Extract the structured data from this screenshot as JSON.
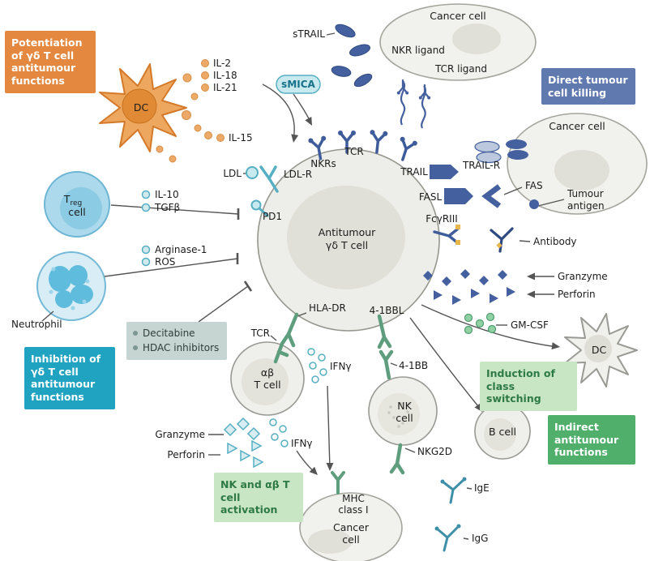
{
  "colors": {
    "orange_accent": "#E4883F",
    "blue_accent": "#44609E",
    "blue_box": "#6079AE",
    "teal_accent": "#1FA3C0",
    "green_box": "#4FAF6B",
    "light_green_box": "#C9E6C4",
    "gray_box": "#C6D5D2"
  },
  "boxes": {
    "potentiation": "Potentiation of γδ T cell antitumour functions",
    "direct_killing": "Direct tumour cell killing",
    "inhibition": "Inhibition of γδ T cell antitumour functions",
    "epigenetic_item1": "Decitabine",
    "epigenetic_item2": "HDAC inhibitors",
    "class_switching": "Induction of class switching",
    "indirect": "Indirect antitumour functions",
    "nk_activation": "NK and αβ T cell activation"
  },
  "cells": {
    "cancer_top": "Cancer cell",
    "cancer_right": "Cancer cell",
    "cancer_bottom_line1": "Cancer",
    "cancer_bottom_line2": "cell",
    "gdt_line1": "Antitumour",
    "gdt_line2": "γδ T cell",
    "dc_left": "DC",
    "dc_right": "DC",
    "treg_t": "T",
    "treg_sub": "reg",
    "treg_cell": "cell",
    "neutrophil": "Neutrophil",
    "abt_line1": "αβ",
    "abt_line2": "T cell",
    "nk_line1": "NK",
    "nk_line2": "cell",
    "b_cell": "B cell"
  },
  "molecules": {
    "strail": "sTRAIL",
    "smica": "sMICA",
    "il2": "IL-2",
    "il18": "IL-18",
    "il21": "IL-21",
    "il15": "IL-15",
    "nkr_ligand": "NKR ligand",
    "tcr_ligand": "TCR ligand",
    "nkrs": "NKRs",
    "tcr_top": "TCR",
    "ldl": "LDL",
    "ldlr": "LDL-R",
    "pd1": "PD1",
    "trail": "TRAIL",
    "trailr": "TRAIL-R",
    "fasl": "FASL",
    "fas": "FAS",
    "tumour_antigen_line1": "Tumour",
    "tumour_antigen_line2": "antigen",
    "fcgriii": "FcγRIII",
    "antibody": "Antibody",
    "granzyme_right": "Granzyme",
    "perforin_right": "Perforin",
    "gmcsf": "GM-CSF",
    "il10": "IL-10",
    "tgfb": "TGFβ",
    "arginase1": "Arginase-1",
    "ros": "ROS",
    "hladr": "HLA-DR",
    "tcr_bottom": "TCR",
    "bbl41": "4-1BBL",
    "bb41": "4-1BB",
    "ifng_upper": "IFNγ",
    "ifng_lower": "IFNγ",
    "granzyme_bottom": "Granzyme",
    "perforin_bottom": "Perforin",
    "nkg2d": "NKG2D",
    "mhc_line1": "MHC",
    "mhc_line2": "class I",
    "ige": "IgE",
    "igg": "IgG"
  }
}
